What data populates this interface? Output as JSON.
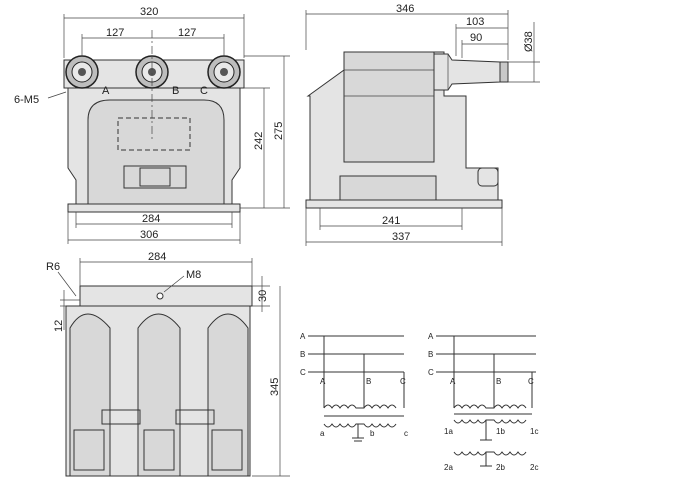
{
  "front_view": {
    "overall_width": "320",
    "terminal_pitch_left": "127",
    "terminal_pitch_right": "127",
    "hole_note": "6-M5",
    "terminal_a": "A",
    "terminal_b": "B",
    "terminal_c": "C",
    "height_inner": "242",
    "height_total": "275",
    "base_width_inner": "284",
    "base_width_total": "306"
  },
  "side_view": {
    "overall_length": "346",
    "bushing_len": "103",
    "bushing_tip": "90",
    "bushing_dia": "Ø38",
    "base_inner": "241",
    "base_total": "337"
  },
  "bottom_view": {
    "top_width": "284",
    "radius_note": "R6",
    "ground_note": "M8",
    "top_step": "30",
    "left_step": "12",
    "height": "345"
  },
  "wiring_left": {
    "bus_a": "A",
    "bus_b": "B",
    "bus_c": "C",
    "primary_a": "A",
    "primary_b": "B",
    "primary_c": "C",
    "sec_a": "a",
    "sec_b": "b",
    "sec_c": "c"
  },
  "wiring_right": {
    "bus_a": "A",
    "bus_b": "B",
    "bus_c": "C",
    "primary_a": "A",
    "primary_b": "B",
    "primary_c": "C",
    "sec1_a": "1a",
    "sec1_b": "1b",
    "sec1_c": "1c",
    "sec2_a": "2a",
    "sec2_b": "2b",
    "sec2_c": "2c"
  }
}
